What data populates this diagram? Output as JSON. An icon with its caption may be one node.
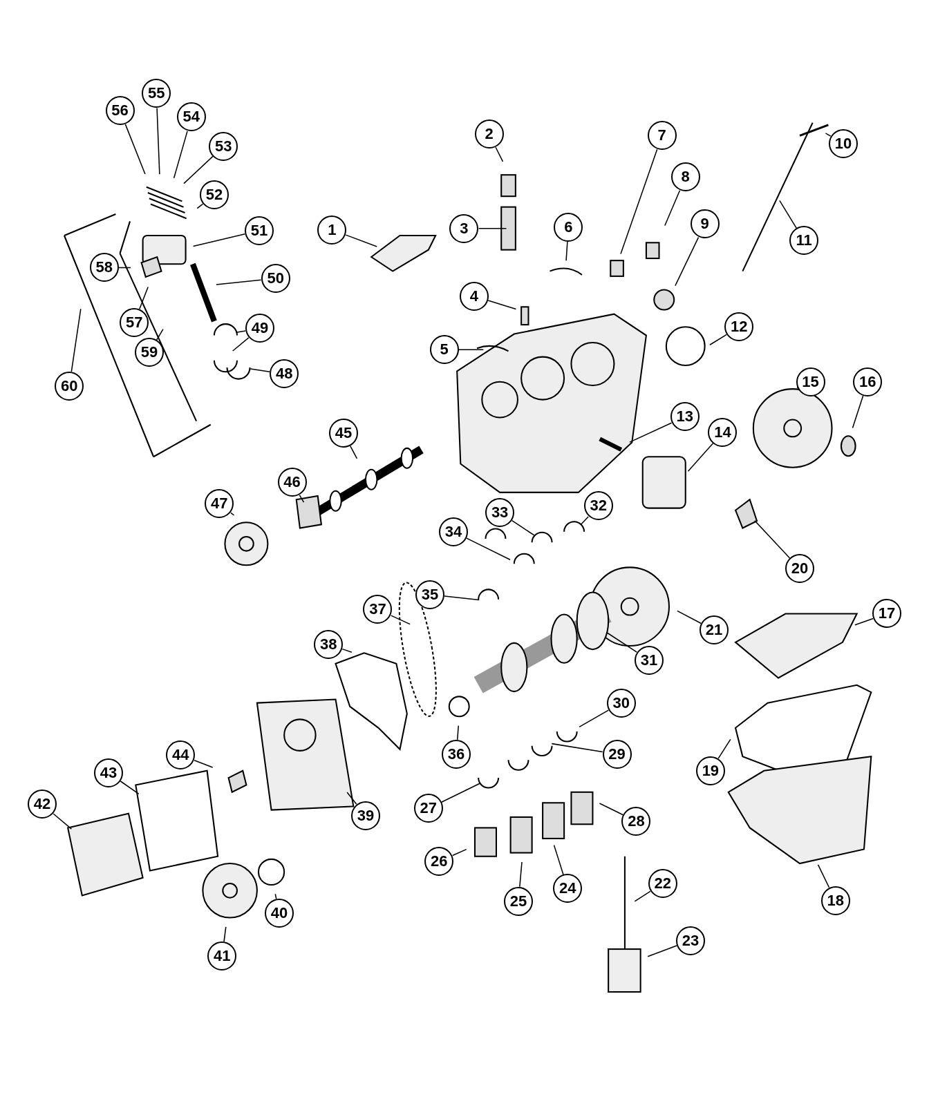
{
  "diagram": {
    "nodes": [
      {
        "text": [
          "1"
        ]
      },
      {
        "text": [
          "2"
        ]
      },
      {
        "text": [
          "3"
        ]
      },
      {
        "text": [
          "4"
        ]
      },
      {
        "text": [
          "5"
        ]
      },
      {
        "text": [
          "6"
        ]
      },
      {
        "text": [
          "7"
        ]
      },
      {
        "text": [
          "8"
        ]
      },
      {
        "text": [
          "9"
        ]
      },
      {
        "text": [
          "10"
        ]
      },
      {
        "text": [
          "11"
        ]
      },
      {
        "text": [
          "12"
        ]
      },
      {
        "text": [
          "13"
        ]
      },
      {
        "text": [
          "14"
        ]
      },
      {
        "text": [
          "15"
        ]
      },
      {
        "text": [
          "16"
        ]
      },
      {
        "text": [
          "17"
        ]
      },
      {
        "text": [
          "18"
        ]
      },
      {
        "text": [
          "19"
        ]
      },
      {
        "text": [
          "20"
        ]
      },
      {
        "text": [
          "21"
        ]
      },
      {
        "text": [
          "22"
        ]
      },
      {
        "text": [
          "23"
        ]
      },
      {
        "text": [
          "24"
        ]
      },
      {
        "text": [
          "25"
        ]
      },
      {
        "text": [
          "26"
        ]
      },
      {
        "text": [
          "27"
        ]
      },
      {
        "text": [
          "28"
        ]
      },
      {
        "text": [
          "29"
        ]
      },
      {
        "text": [
          "30"
        ]
      },
      {
        "text": [
          "31"
        ]
      },
      {
        "text": [
          "32"
        ]
      },
      {
        "text": [
          "33"
        ]
      },
      {
        "text": [
          "34"
        ]
      },
      {
        "text": [
          "35"
        ]
      },
      {
        "text": [
          "36"
        ]
      },
      {
        "text": [
          "37"
        ]
      },
      {
        "text": [
          "38"
        ]
      },
      {
        "text": [
          "39"
        ]
      },
      {
        "text": [
          "40"
        ]
      },
      {
        "text": [
          "41"
        ]
      },
      {
        "text": [
          "42"
        ]
      },
      {
        "text": [
          "43"
        ]
      },
      {
        "text": [
          "44"
        ]
      },
      {
        "text": [
          "45"
        ]
      },
      {
        "text": [
          "46"
        ]
      },
      {
        "text": [
          "47"
        ]
      },
      {
        "text": [
          "48"
        ]
      },
      {
        "text": [
          "49"
        ]
      },
      {
        "text": [
          "50"
        ]
      },
      {
        "text": [
          "51"
        ]
      },
      {
        "text": [
          "52"
        ]
      },
      {
        "text": [
          "53"
        ]
      },
      {
        "text": [
          "54"
        ]
      },
      {
        "text": [
          "55"
        ]
      },
      {
        "text": [
          "56"
        ]
      },
      {
        "text": [
          "57"
        ]
      },
      {
        "text": [
          "58"
        ]
      },
      {
        "text": [
          "59"
        ]
      },
      {
        "text": [
          "60"
        ]
      }
    ],
    "edges": [
      {
        "from": 0,
        "to": null,
        "arrow": "none"
      },
      {
        "from": 1,
        "to": null,
        "arrow": "none"
      },
      {
        "from": 2,
        "to": null,
        "arrow": "none"
      },
      {
        "from": 3,
        "to": null,
        "arrow": "none"
      },
      {
        "from": 4,
        "to": null,
        "arrow": "none"
      },
      {
        "from": 5,
        "to": null,
        "arrow": "none"
      },
      {
        "from": 6,
        "to": null,
        "arrow": "none"
      },
      {
        "from": 7,
        "to": null,
        "arrow": "none"
      },
      {
        "from": 8,
        "to": null,
        "arrow": "none"
      },
      {
        "from": 9,
        "to": null,
        "arrow": "none"
      },
      {
        "from": 10,
        "to": null,
        "arrow": "none"
      },
      {
        "from": 11,
        "to": null,
        "arrow": "none"
      },
      {
        "from": 12,
        "to": null,
        "arrow": "none"
      },
      {
        "from": 13,
        "to": null,
        "arrow": "none"
      },
      {
        "from": 14,
        "to": null,
        "arrow": "none"
      },
      {
        "from": 15,
        "to": null,
        "arrow": "none"
      },
      {
        "from": 16,
        "to": null,
        "arrow": "none"
      },
      {
        "from": 17,
        "to": null,
        "arrow": "none"
      },
      {
        "from": 18,
        "to": null,
        "arrow": "none"
      },
      {
        "from": 19,
        "to": null,
        "arrow": "none"
      },
      {
        "from": 20,
        "to": null,
        "arrow": "none"
      },
      {
        "from": 21,
        "to": null,
        "arrow": "none"
      },
      {
        "from": 22,
        "to": null,
        "arrow": "none"
      },
      {
        "from": 23,
        "to": null,
        "arrow": "none"
      },
      {
        "from": 24,
        "to": null,
        "arrow": "none"
      },
      {
        "from": 25,
        "to": null,
        "arrow": "none"
      },
      {
        "from": 26,
        "to": null,
        "arrow": "none"
      },
      {
        "from": 27,
        "to": null,
        "arrow": "none"
      },
      {
        "from": 28,
        "to": null,
        "arrow": "none"
      },
      {
        "from": 29,
        "to": null,
        "arrow": "none"
      },
      {
        "from": 30,
        "to": null,
        "arrow": "none"
      },
      {
        "from": 31,
        "to": null,
        "arrow": "none"
      },
      {
        "from": 32,
        "to": null,
        "arrow": "none"
      },
      {
        "from": 33,
        "to": null,
        "arrow": "none"
      },
      {
        "from": 34,
        "to": null,
        "arrow": "none"
      },
      {
        "from": 35,
        "to": null,
        "arrow": "none"
      },
      {
        "from": 36,
        "to": null,
        "arrow": "none"
      },
      {
        "from": 37,
        "to": null,
        "arrow": "none"
      },
      {
        "from": 38,
        "to": null,
        "arrow": "none"
      },
      {
        "from": 39,
        "to": null,
        "arrow": "none"
      },
      {
        "from": 40,
        "to": null,
        "arrow": "none"
      },
      {
        "from": 41,
        "to": null,
        "arrow": "none"
      },
      {
        "from": 42,
        "to": null,
        "arrow": "none"
      },
      {
        "from": 43,
        "to": null,
        "arrow": "none"
      },
      {
        "from": 44,
        "to": null,
        "arrow": "none"
      },
      {
        "from": 45,
        "to": null,
        "arrow": "none"
      },
      {
        "from": 46,
        "to": null,
        "arrow": "none"
      },
      {
        "from": 47,
        "to": null,
        "arrow": "none"
      },
      {
        "from": 48,
        "to": null,
        "arrow": "none"
      },
      {
        "from": 48,
        "to": null,
        "arrow": "none"
      },
      {
        "from": 49,
        "to": null,
        "arrow": "none"
      },
      {
        "from": 50,
        "to": null,
        "arrow": "none"
      },
      {
        "from": 51,
        "to": null,
        "arrow": "none"
      },
      {
        "from": 52,
        "to": null,
        "arrow": "none"
      },
      {
        "from": 53,
        "to": null,
        "arrow": "none"
      },
      {
        "from": 54,
        "to": null,
        "arrow": "none"
      },
      {
        "from": 55,
        "to": null,
        "arrow": "none"
      },
      {
        "from": 56,
        "to": null,
        "arrow": "none"
      },
      {
        "from": 57,
        "to": null,
        "arrow": "none"
      },
      {
        "from": 58,
        "to": null,
        "arrow": "none"
      },
      {
        "from": 59,
        "to": null,
        "arrow": "none"
      }
    ]
  }
}
